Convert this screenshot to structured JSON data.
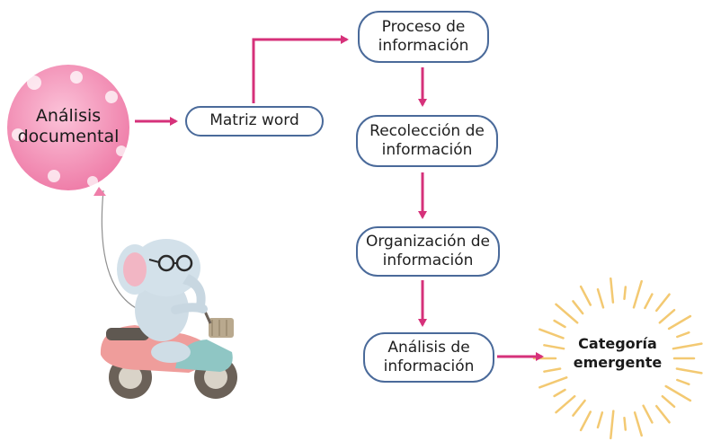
{
  "diagram": {
    "start": {
      "line1": "Análisis",
      "line2": "documental"
    },
    "matrix": {
      "label": "Matriz word"
    },
    "steps": [
      {
        "line1": "Proceso de",
        "line2": "información"
      },
      {
        "line1": "Recolección de",
        "line2": "información"
      },
      {
        "line1": "Organización de",
        "line2": "información"
      },
      {
        "line1": "Análisis de",
        "line2": "información"
      }
    ],
    "result": {
      "line1": "Categoría",
      "line2": "emergente"
    }
  },
  "colors": {
    "arrow": "#d6317a",
    "node_border": "#4a6a9a",
    "balloon": "#f28ab4",
    "burst": "#f3c972"
  },
  "icons": {
    "balloon": "balloon-icon",
    "elephant": "elephant-on-scooter-icon",
    "burst": "sunburst-icon"
  }
}
